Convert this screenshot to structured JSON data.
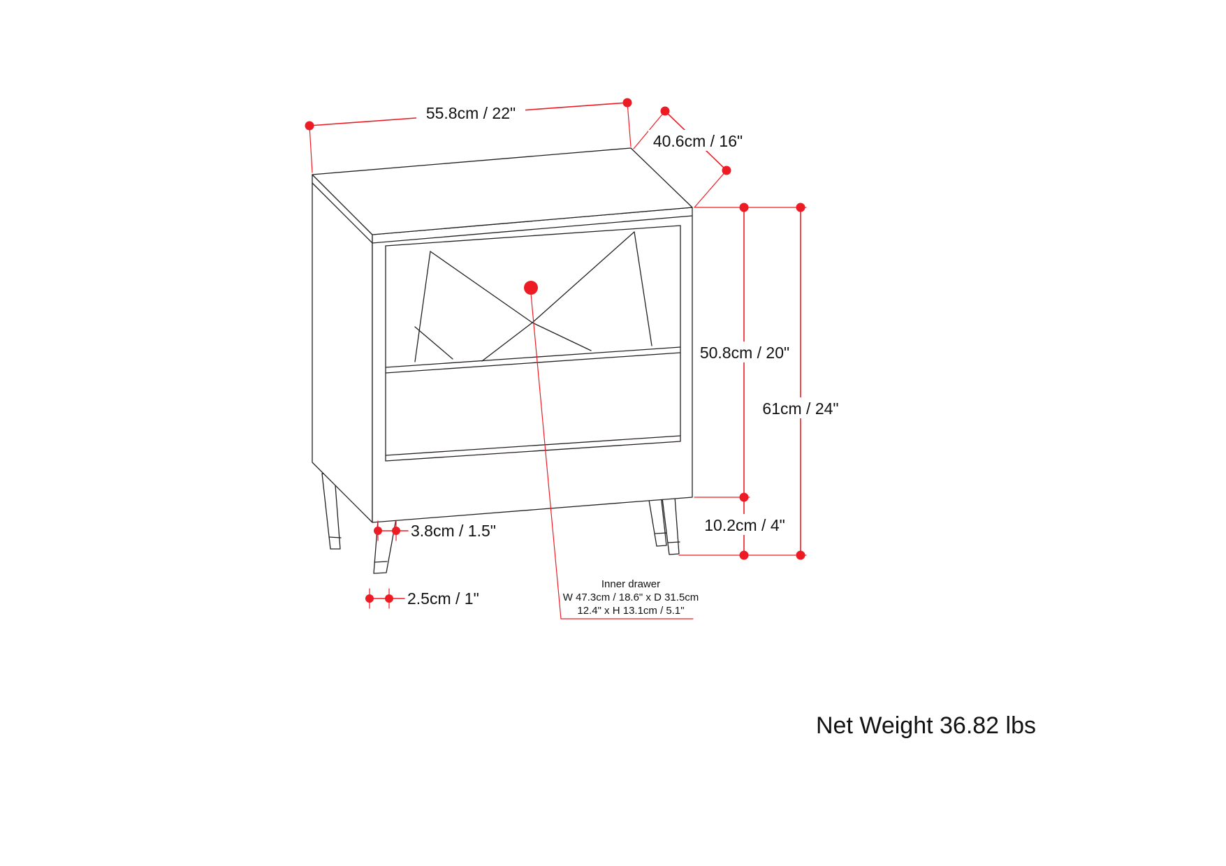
{
  "colors": {
    "dimension_red": "#ED1C24",
    "line_black": "#231F20"
  },
  "dimensions": {
    "width": "55.8cm / 22\"",
    "depth": "40.6cm / 16\"",
    "cabinet_height": "50.8cm / 20\"",
    "total_height": "61cm / 24\"",
    "leg_height": "10.2cm / 4\"",
    "leg_top_width": "3.8cm / 1.5\"",
    "foot_width": "2.5cm / 1\""
  },
  "inner_drawer": {
    "line1": "Inner drawer",
    "line2": "W 47.3cm / 18.6\" x D 31.5cm",
    "line3": "12.4\" x H 13.1cm / 5.1\""
  },
  "net_weight": "Net Weight 36.82 lbs"
}
